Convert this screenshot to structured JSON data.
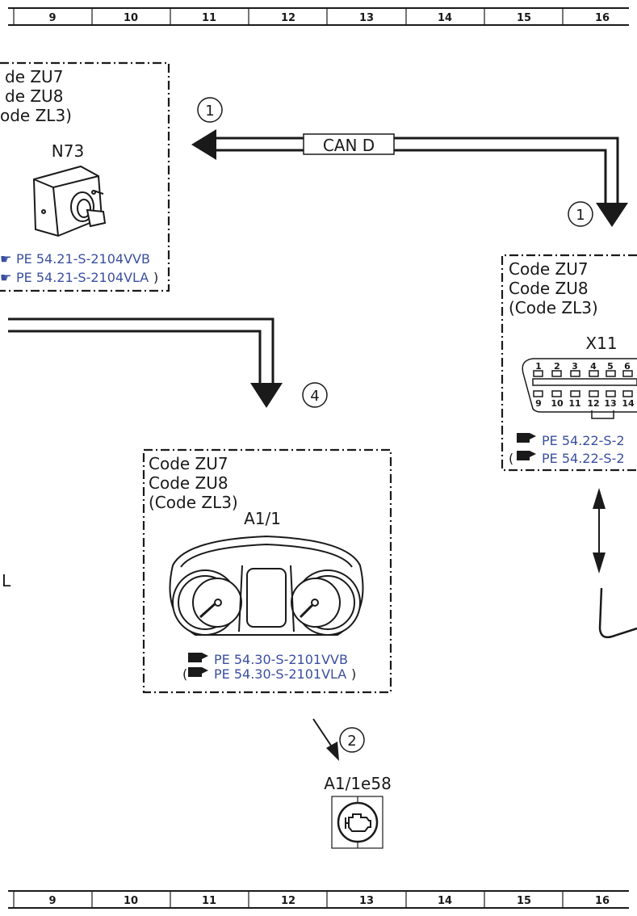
{
  "ruler": {
    "cells": [
      "9",
      "10",
      "11",
      "12",
      "13",
      "14",
      "15",
      "16"
    ]
  },
  "n73_box": {
    "codes": [
      "de ZU7",
      "de ZU8",
      "ode ZL3)"
    ],
    "component": "N73",
    "refs": [
      "PE 54.21-S-2104VVB",
      "PE 54.21-S-2104VLA"
    ],
    "ref_prefixes": [
      "☛",
      "☛"
    ],
    "ref_suffix": ")"
  },
  "can_label": "CAN D",
  "callouts": {
    "c1a": "1",
    "c1b": "1",
    "c4": "4",
    "c2": "2"
  },
  "x11_box": {
    "codes": [
      "Code ZU7",
      "Code ZU8",
      "(Code ZL3)"
    ],
    "component": "X11",
    "top_pins": [
      "1",
      "2",
      "3",
      "4",
      "5",
      "6"
    ],
    "bottom_pins": [
      "9",
      "10",
      "11",
      "12",
      "13",
      "14"
    ],
    "refs": [
      "PE 54.22-S-2",
      "PE 54.22-S-2"
    ],
    "ref_open": "("
  },
  "a1_box": {
    "codes": [
      "Code ZU7",
      "Code ZU8",
      "(Code ZL3)"
    ],
    "component": "A1/1",
    "refs": [
      "PE 54.30-S-2101VVB",
      "PE 54.30-S-2101VLA"
    ],
    "ref_open": "(",
    "ref_suffix": ")"
  },
  "lamp": {
    "component": "A1/1e58"
  },
  "left_cut": "L"
}
